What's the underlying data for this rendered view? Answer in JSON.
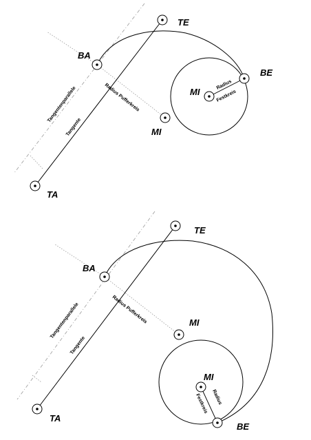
{
  "diagrams": [
    {
      "labels": {
        "te": "TE",
        "ba": "BA",
        "be": "BE",
        "mi_buffer": "MI",
        "mi_fixed": "MI",
        "ta": "TA",
        "tangent_parallel": "Tangentenparallele",
        "tangent": "Tangente",
        "buffer_radius": "Radius Pufferkreis",
        "radius": "Radius",
        "fixed_circle": "Festkreis"
      }
    },
    {
      "labels": {
        "te": "TE",
        "ba": "BA",
        "be": "BE",
        "mi_buffer": "MI",
        "mi_fixed": "MI",
        "ta": "TA",
        "tangent_parallel": "Tangentenparallele",
        "tangent": "Tangente",
        "buffer_radius": "Radius Pufferkreis",
        "radius": "Radius",
        "fixed_circle": "Festkreis"
      }
    }
  ]
}
